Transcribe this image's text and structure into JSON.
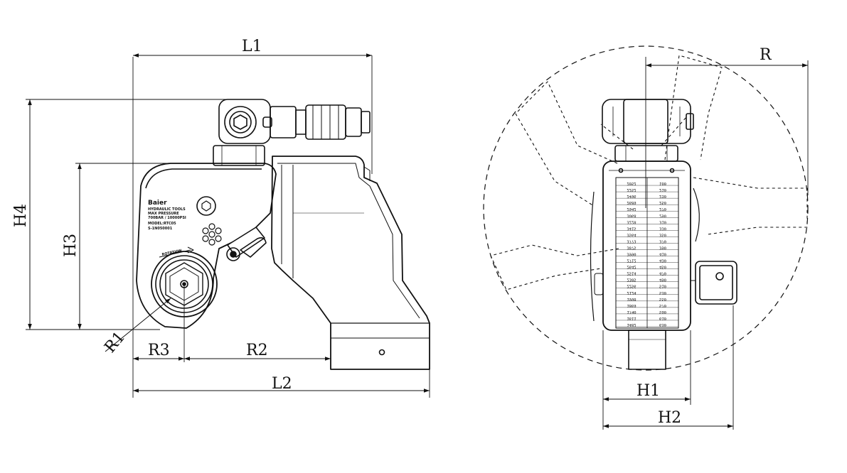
{
  "dimensions": {
    "L1": "L1",
    "L2": "L2",
    "H1": "H1",
    "H2": "H2",
    "H3": "H3",
    "H4": "H4",
    "R": "R",
    "R1": "R1",
    "R2": "R2",
    "R3": "R3"
  },
  "nameplate": {
    "brand": "Baier",
    "line1": "HYDRAULIC TOOLS",
    "line2": "MAX PRESSURE",
    "line3": "700BAR / 10000PSI",
    "line4": "MODEL:RTC05",
    "line5": "S-1N050001",
    "rotation": "ROTATION"
  },
  "scale_plate": {
    "rows": [
      [
        "2052",
        "100"
      ],
      [
        "2252",
        "210"
      ],
      [
        "2496",
        "230"
      ],
      [
        "2689",
        "250"
      ],
      [
        "2942",
        "270"
      ],
      [
        "3068",
        "290"
      ],
      [
        "3228",
        "310"
      ],
      [
        "3415",
        "330"
      ],
      [
        "3564",
        "350"
      ],
      [
        "3773",
        "370"
      ],
      [
        "3875",
        "390"
      ],
      [
        "3990",
        "410"
      ],
      [
        "2712",
        "430"
      ],
      [
        "2642",
        "450"
      ],
      [
        "2514",
        "470"
      ],
      [
        "2385",
        "490"
      ],
      [
        "2256",
        "510"
      ],
      [
        "2124",
        "530"
      ],
      [
        "1998",
        "550"
      ],
      [
        "1869",
        "570"
      ],
      [
        "1740",
        "590"
      ],
      [
        "1611",
        "610"
      ],
      [
        "1482",
        "630"
      ]
    ]
  },
  "colors": {
    "line": "#111111",
    "background": "#ffffff"
  }
}
